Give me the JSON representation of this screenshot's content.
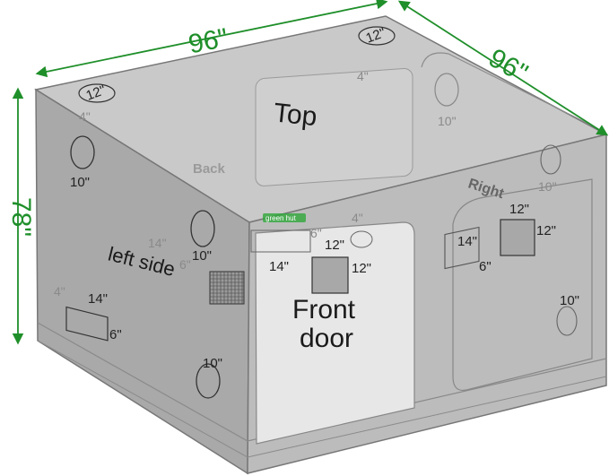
{
  "dimensions": {
    "width": "96\"",
    "depth": "96\"",
    "height": "78\""
  },
  "faces": {
    "top": "Top",
    "back": "Back",
    "left": "left side",
    "right": "Right",
    "front": "Front door"
  },
  "front_door_lines": [
    "Front",
    "door"
  ],
  "logo_text": "green hut",
  "openings": {
    "top_port_left": "12\"",
    "top_port_right": "12\"",
    "vent_10": "10\"",
    "vent_12": "12\"",
    "vent_14": "14\"",
    "vent_6": "6\"",
    "vent_4": "4\""
  },
  "colors": {
    "dimension_arrows": "#1f8f2a",
    "tent_fill": "#bdbdbd",
    "tent_edge": "#7a7a7a"
  }
}
